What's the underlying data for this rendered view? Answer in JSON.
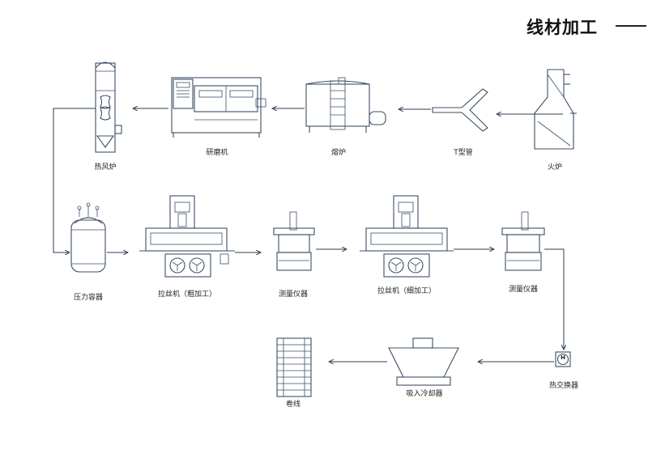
{
  "title": "线材加工",
  "labels": {
    "hot_stove": "热风炉",
    "rolling_mill": "研磨机",
    "melting_furnace": "熔炉",
    "t_pipe": "T型管",
    "fire_furnace": "火炉",
    "pressure_vessel": "压力容器",
    "drawing_machine_1": "拉丝机（粗加工）",
    "gauge_1": "测量仪器",
    "drawing_machine_2": "拉丝机（细加工）",
    "gauge_2": "测量仪器",
    "heat_exchanger": "热交换器",
    "cooling_unit": "吸入冷却器",
    "coil": "卷线"
  },
  "heat_exchanger_symbol": "H"
}
